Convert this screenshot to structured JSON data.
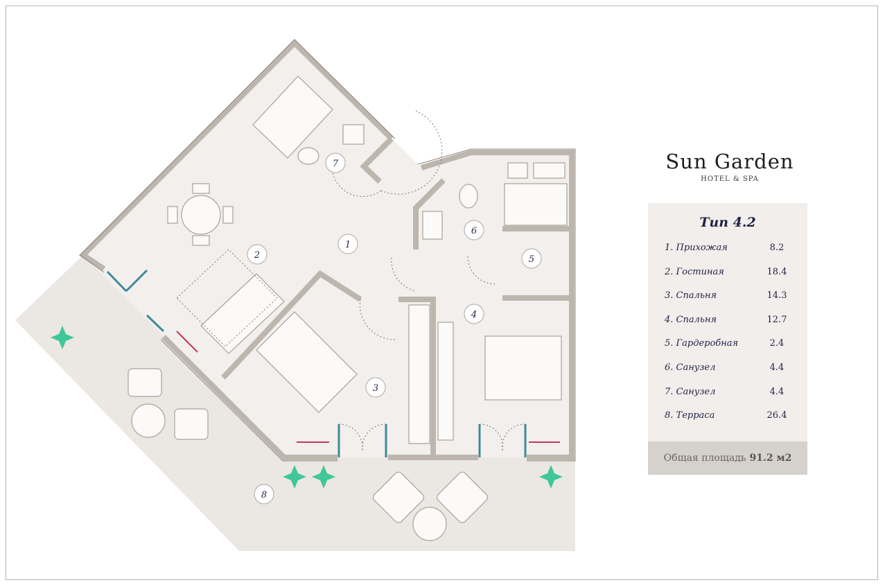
{
  "brand": {
    "name": "Sun Garden",
    "subtitle": "HOTEL & SPA"
  },
  "legend": {
    "title": "Тип 4.2",
    "rooms": [
      {
        "label": "1. Прихожая",
        "area": "8.2"
      },
      {
        "label": "2. Гостиная",
        "area": "18.4"
      },
      {
        "label": "3. Спальня",
        "area": "14.3"
      },
      {
        "label": "4. Спальня",
        "area": "12.7"
      },
      {
        "label": "5. Гардеробная",
        "area": "2.4"
      },
      {
        "label": "6. Санузел",
        "area": "4.4"
      },
      {
        "label": "7. Санузел",
        "area": "4.4"
      },
      {
        "label": "8. Терраса",
        "area": "26.4"
      }
    ],
    "total_label": "Общая площадь",
    "total_value": "91.2 м2"
  },
  "plan": {
    "markers": [
      "1",
      "2",
      "3",
      "4",
      "5",
      "6",
      "7",
      "8"
    ]
  },
  "colors": {
    "wall": "#bdb6ae",
    "floor": "#f2efec",
    "terrace": "#ebe7e2",
    "text": "#1f2145",
    "plant": "#3fc79a",
    "door": "#3f8a98",
    "accent": "#c2375e"
  }
}
